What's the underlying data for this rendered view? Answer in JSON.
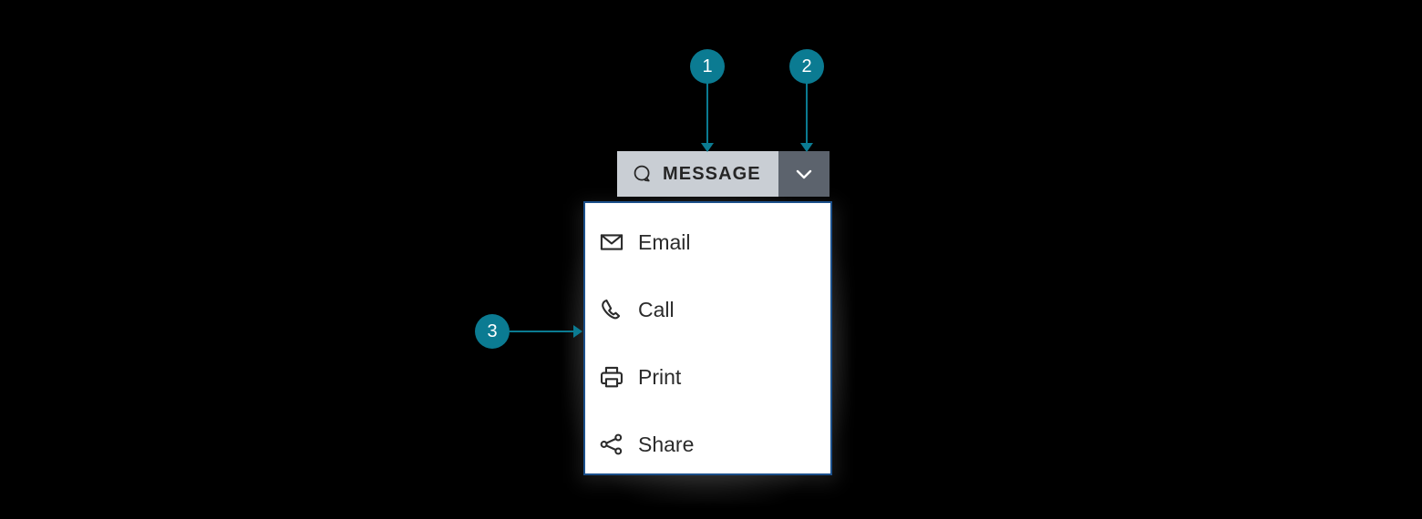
{
  "theme": {
    "background": "#000000",
    "callout_color": "#0b7b92",
    "callout_text_color": "#ffffff",
    "button_main_bg": "#c9ced4",
    "button_toggle_bg": "#5c636d",
    "button_text_color": "#262626",
    "menu_bg": "#ffffff",
    "menu_border": "#1b4f8a",
    "menu_text_color": "#2b2b2b"
  },
  "callouts": [
    {
      "number": "1",
      "target": "split-button-main"
    },
    {
      "number": "2",
      "target": "split-button-toggle"
    },
    {
      "number": "3",
      "target": "dropdown-menu"
    }
  ],
  "split_button": {
    "label": "MESSAGE",
    "icon": "message-bubble-icon",
    "toggle_icon": "chevron-down-icon",
    "expanded": true
  },
  "dropdown_menu": {
    "open": true,
    "items": [
      {
        "label": "Email",
        "icon": "envelope-icon"
      },
      {
        "label": "Call",
        "icon": "phone-icon"
      },
      {
        "label": "Print",
        "icon": "printer-icon"
      },
      {
        "label": "Share",
        "icon": "share-nodes-icon"
      }
    ]
  }
}
